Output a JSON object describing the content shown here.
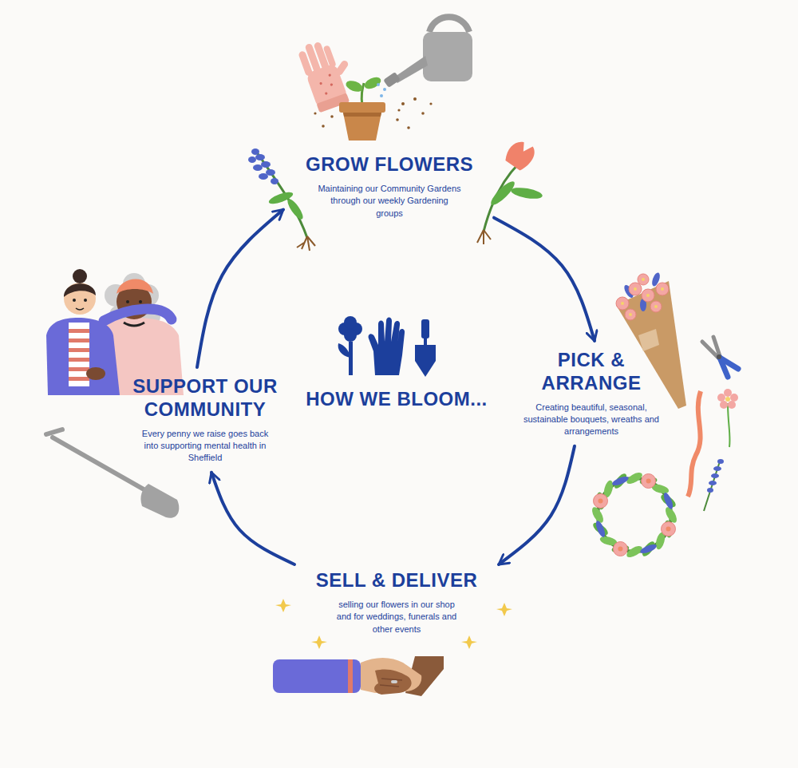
{
  "diagram": {
    "title": "HOW WE BLOOM...",
    "nodes": [
      {
        "text": [
          "GROW FLOWERS",
          "Maintaining our Community Gardens through our weekly Gardening groups"
        ]
      },
      {
        "text": [
          "PICK & ARRANGE",
          "Creating beautiful, seasonal, sustainable bouquets, wreaths and arrangements"
        ]
      },
      {
        "text": [
          "SELL & DELIVER",
          "selling our flowers in our shop and for weddings, funerals and other events"
        ]
      },
      {
        "text": [
          "SUPPORT OUR COMMUNITY",
          "Every penny we raise goes back into supporting mental health in Sheffield"
        ]
      }
    ],
    "edges": [
      {
        "from": 0,
        "to": 1,
        "arrow": "to"
      },
      {
        "from": 1,
        "to": 2,
        "arrow": "to"
      },
      {
        "from": 2,
        "to": 3,
        "arrow": "to"
      },
      {
        "from": 3,
        "to": 0,
        "arrow": "to"
      }
    ]
  }
}
